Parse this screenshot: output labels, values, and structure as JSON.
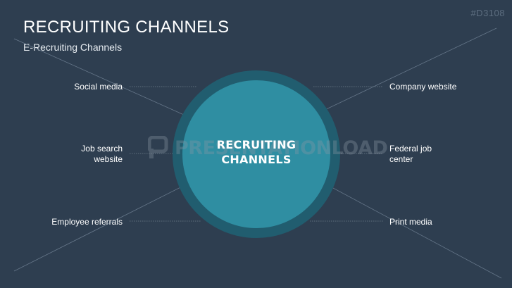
{
  "slide_code": "#D3108",
  "title": "RECRUITING CHANNELS",
  "subtitle": "E-Recruiting Channels",
  "watermark": "PRESENTATIONLOAD",
  "center": {
    "line1": "RECRUITING",
    "line2": "CHANNELS"
  },
  "channels": {
    "left": [
      {
        "line1": "Social media",
        "line2": ""
      },
      {
        "line1": "Job search",
        "line2": "website"
      },
      {
        "line1": "Employee referrals",
        "line2": ""
      }
    ],
    "right": [
      {
        "line1": "Company website",
        "line2": ""
      },
      {
        "line1": "Federal job",
        "line2": "center"
      },
      {
        "line1": "Print media",
        "line2": ""
      }
    ]
  },
  "colors": {
    "background": "#2e3e50",
    "outer_ring": "#215d6f",
    "inner_circle": "#2f8ea2",
    "connector": "#6f7e8c"
  }
}
